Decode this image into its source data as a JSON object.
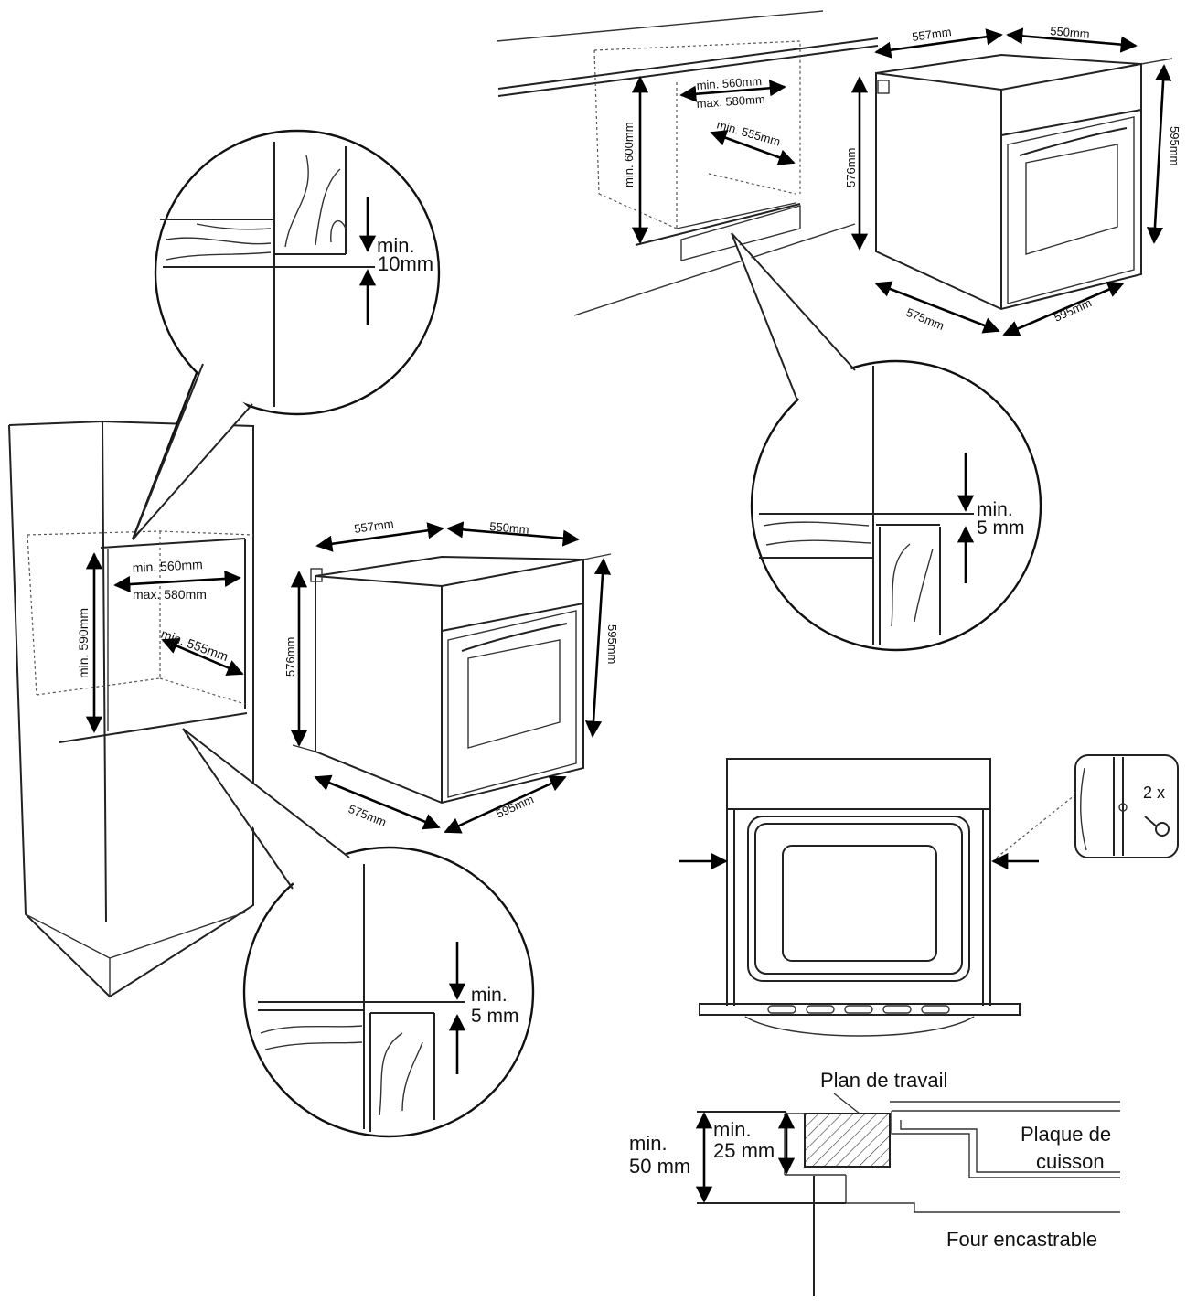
{
  "tall_cabinet": {
    "niche_width_min": "min. 560mm",
    "niche_width_max": "max. 580mm",
    "niche_depth_min": "min. 555mm",
    "niche_height_min": "min. 590mm"
  },
  "undercounter_cabinet": {
    "niche_width_min": "min. 560mm",
    "niche_width_max": "max. 580mm",
    "niche_depth_min": "min. 555mm",
    "niche_height_min": "min. 600mm"
  },
  "oven_dims": {
    "depth_total": "557mm",
    "depth_body": "550mm",
    "body_height": "576mm",
    "front_height": "595mm",
    "body_width": "575mm",
    "front_width": "595mm"
  },
  "details": {
    "top_gap_min": "min.",
    "top_gap_value": "10mm",
    "bottom_gap_min": "min.",
    "bottom_gap_value": "5 mm",
    "right_gap_min": "min.",
    "right_gap_value": "5 mm"
  },
  "screw_detail": {
    "quantity": "2 x"
  },
  "worktop_section": {
    "worktop_label": "Plan de travail",
    "hob_label_line1": "Plaque de",
    "hob_label_line2": "cuisson",
    "oven_label": "Four encastrable",
    "gap_total_min": "min.",
    "gap_total_value": "50 mm",
    "gap_hob_min": "min.",
    "gap_hob_value": "25 mm"
  }
}
